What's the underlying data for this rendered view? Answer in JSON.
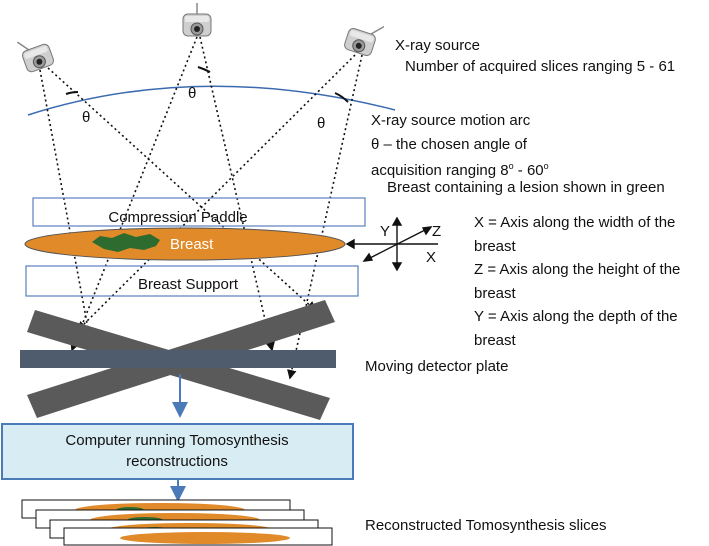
{
  "labels": {
    "xray_source": "X-ray source",
    "slices_range": "Number of acquired slices ranging 5 - 61",
    "motion_arc": "X-ray source motion arc",
    "theta_line1": "θ – the chosen angle of",
    "theta_line2_prefix": "acquisition ranging 8",
    "theta_line2_sup1": "o",
    "theta_line2_mid": " - 60",
    "theta_line2_sup2": "o",
    "lesion_note": "Breast containing a lesion shown in green",
    "compression_paddle": "Compression Paddle",
    "breast": "Breast",
    "breast_support": "Breast Support",
    "moving_detector": "Moving detector plate",
    "computer_line1": "Computer running Tomosynthesis",
    "computer_line2": "reconstructions",
    "reconstructed": "Reconstructed Tomosynthesis slices",
    "theta_symbol": "θ"
  },
  "axes": {
    "x_label": "X",
    "y_label": "Y",
    "z_label": "Z",
    "definitions": [
      "X = Axis along the width of the breast",
      "Z = Axis along the height of the breast",
      "Y = Axis along the depth of the breast"
    ]
  },
  "colors": {
    "arc": "#3a6ab0",
    "paddle_border": "#5b7fbf",
    "breast_fill": "#e08a2a",
    "lesion_fill": "#2e6b2e",
    "detector_fill": "#5a5a5a",
    "computer_fill": "#d8ecf3",
    "computer_border": "#4a7ab8",
    "arrow": "#4a7ab8"
  },
  "icons": [
    "xray-tube-icon"
  ]
}
